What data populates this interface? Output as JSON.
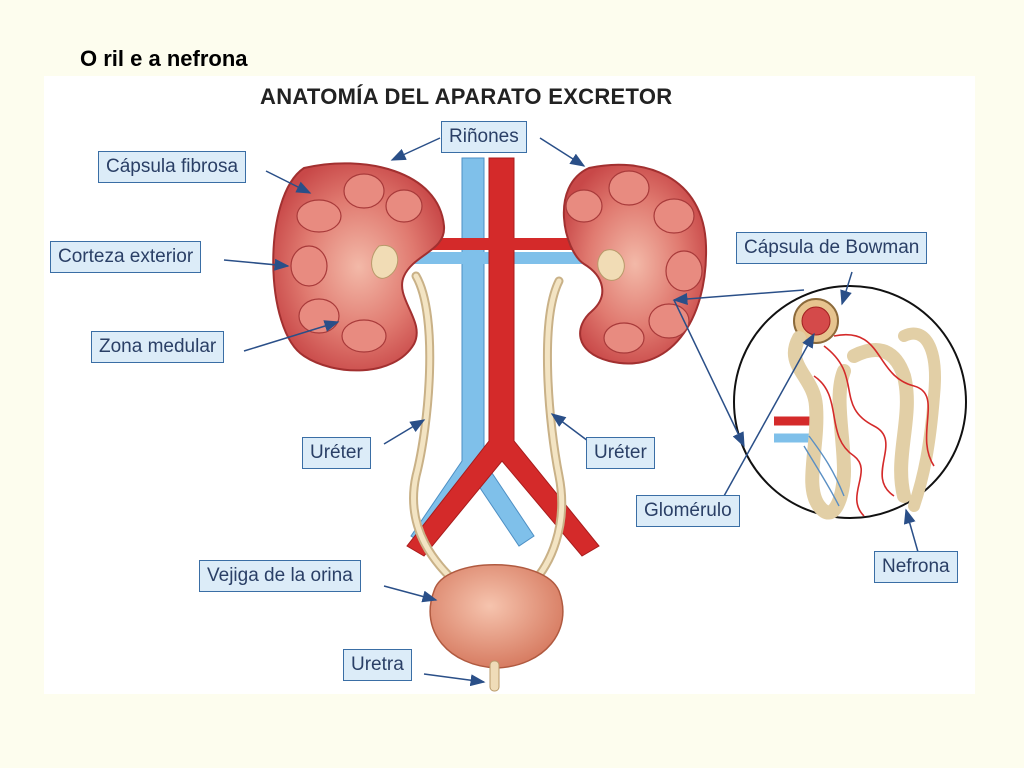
{
  "slide": {
    "title": "O ril e a nefrona"
  },
  "figure": {
    "title": "ANATOMÍA DEL APARATO EXCRETOR",
    "labels": {
      "rinones": "Riñones",
      "capsula_fibrosa": "Cápsula fibrosa",
      "corteza_exterior": "Corteza exterior",
      "zona_medular": "Zona medular",
      "ureter_left": "Uréter",
      "ureter_right": "Uréter",
      "capsula_bowman": "Cápsula de Bowman",
      "glomerulo": "Glomérulo",
      "nefrona": "Nefrona",
      "vejiga": "Vejiga de la orina",
      "uretra": "Uretra"
    }
  },
  "colors": {
    "background": "#fdfdee",
    "label_fill": "#dcecf8",
    "label_border": "#3a6ea5",
    "label_text": "#2a3f66",
    "artery": "#d42a2a",
    "vein": "#6fb6e6",
    "kidney": "#d95f5f",
    "bladder": "#e79a7f",
    "ureter": "#efdcb8"
  }
}
